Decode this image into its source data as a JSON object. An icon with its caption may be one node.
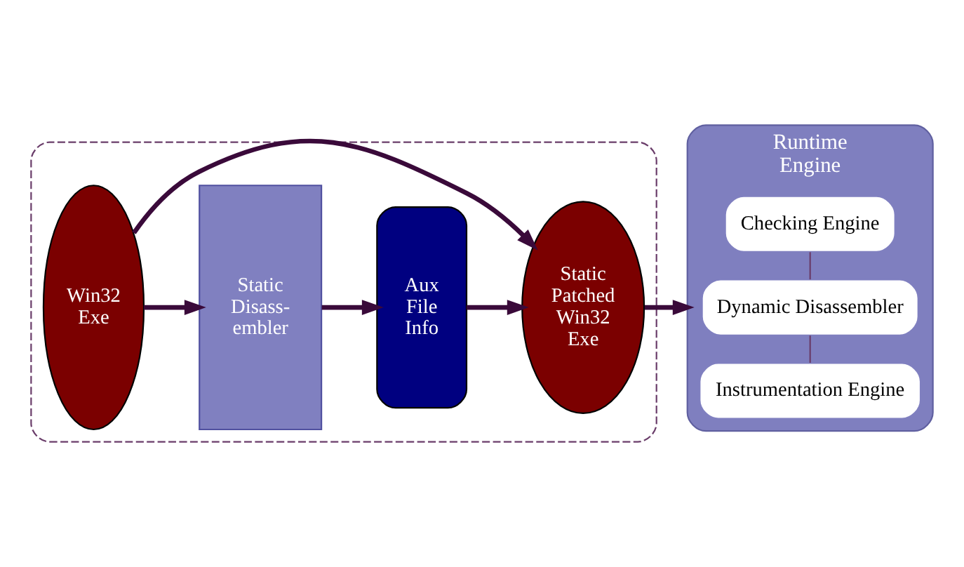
{
  "diagram": {
    "nodes": [
      {
        "text": [],
        "shape": "box"
      },
      {
        "text": [
          "Win32 Exe"
        ],
        "in": 0
      },
      {
        "text": [
          "Static Disass- embler"
        ],
        "in": 0
      },
      {
        "text": [
          "Aux File Info"
        ],
        "in": 0
      },
      {
        "text": [
          "Static Patched Win32 Exe"
        ],
        "in": 0
      },
      {
        "text": [
          "Runtime Engine"
        ]
      },
      {
        "text": [
          "Checking Engine"
        ],
        "in": 5
      },
      {
        "text": [
          "Dynamic Disassembler"
        ],
        "in": 5
      },
      {
        "text": [
          "Instrumentation Engine"
        ],
        "in": 5
      }
    ],
    "edges": [
      {
        "from": 1,
        "to": 2,
        "arrow": "to"
      },
      {
        "from": 2,
        "to": 3,
        "arrow": "to"
      },
      {
        "from": 3,
        "to": 4,
        "arrow": "to"
      },
      {
        "from": 1,
        "to": 4,
        "arrow": "to"
      },
      {
        "from": 4,
        "to": 5,
        "arrow": "to"
      },
      {
        "from": 6,
        "to": 7,
        "arrow": "none"
      },
      {
        "from": 7,
        "to": 8,
        "arrow": "none"
      }
    ]
  }
}
